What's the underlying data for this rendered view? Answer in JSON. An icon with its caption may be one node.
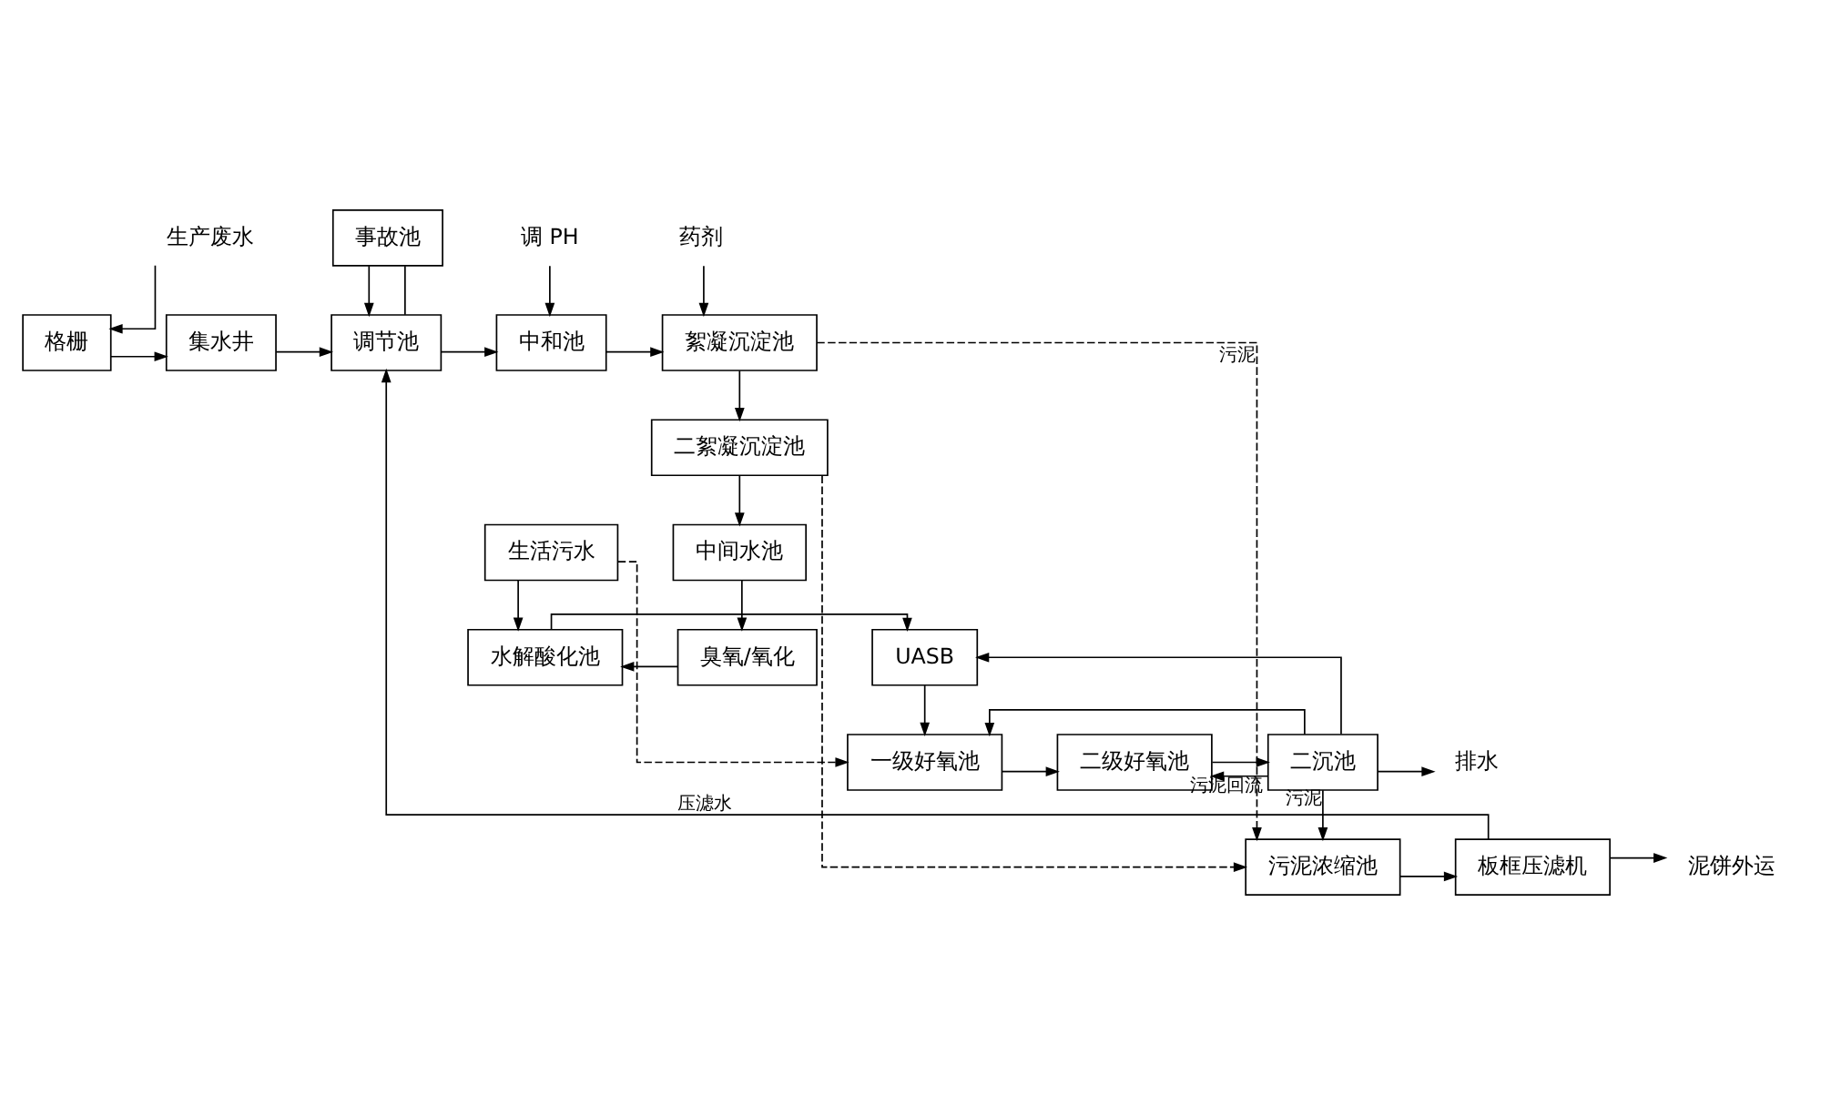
{
  "diagram": {
    "nodes": [
      {
        "text": [
          "生产废水"
        ]
      },
      {
        "text": [
          "格栅"
        ]
      },
      {
        "text": [
          "集水井"
        ]
      },
      {
        "text": [
          "事故池"
        ]
      },
      {
        "text": [
          "调节池"
        ]
      },
      {
        "text": [
          "调 PH"
        ]
      },
      {
        "text": [
          "中和池"
        ]
      },
      {
        "text": [
          "药剂"
        ]
      },
      {
        "text": [
          "絮凝沉淀池"
        ]
      },
      {
        "text": [
          "二絮凝沉淀池"
        ]
      },
      {
        "text": [
          "生活污水"
        ]
      },
      {
        "text": [
          "中间水池"
        ]
      },
      {
        "text": [
          "UASB"
        ]
      },
      {
        "text": [
          "水解酸化池"
        ]
      },
      {
        "text": [
          "臭氧/氧化"
        ]
      },
      {
        "text": [
          "一级好氧池"
        ]
      },
      {
        "text": [
          "二级好氧池"
        ]
      },
      {
        "text": [
          "二沉池"
        ]
      },
      {
        "text": [
          "排水"
        ]
      },
      {
        "text": [
          "板框压滤机"
        ]
      },
      {
        "text": [
          "污泥浓缩池"
        ]
      },
      {
        "text": [
          "泥饼外运"
        ]
      }
    ],
    "edges": [
      {
        "from": 0,
        "to": 1,
        "arrow": "to"
      },
      {
        "from": 1,
        "to": 2,
        "arrow": "to"
      },
      {
        "from": 2,
        "to": 4,
        "arrow": "to"
      },
      {
        "from": 3,
        "to": 4,
        "arrow": "to"
      },
      {
        "from": 4,
        "to": 3,
        "arrow": "none"
      },
      {
        "from": 4,
        "to": 6,
        "arrow": "to"
      },
      {
        "from": 5,
        "to": 6,
        "arrow": "to"
      },
      {
        "from": 6,
        "to": 8,
        "arrow": "to"
      },
      {
        "from": 7,
        "to": 8,
        "arrow": "to"
      },
      {
        "from": 8,
        "to": 9,
        "arrow": "to"
      },
      {
        "from": 9,
        "to": 11,
        "arrow": "to"
      },
      {
        "from": 11,
        "to": 14,
        "arrow": "to"
      },
      {
        "from": 14,
        "to": 13,
        "arrow": "to"
      },
      {
        "from": 10,
        "to": 13,
        "arrow": "to"
      },
      {
        "from": 10,
        "to": 15,
        "arrow": "to",
        "style": "dashed"
      },
      {
        "from": 13,
        "to": 12,
        "arrow": "to"
      },
      {
        "from": 12,
        "to": 15,
        "arrow": "to"
      },
      {
        "from": 15,
        "to": 16,
        "arrow": "to"
      },
      {
        "from": 16,
        "to": 17,
        "arrow": "to"
      },
      {
        "from": 17,
        "to": 18,
        "arrow": "to"
      },
      {
        "from": 17,
        "to": 12,
        "arrow": "to"
      },
      {
        "from": 17,
        "to": 15,
        "arrow": "to"
      },
      {
        "from": 17,
        "to": 16,
        "arrow": "to",
        "label": "污泥回流"
      },
      {
        "from": 8,
        "to": 20,
        "arrow": "to",
        "style": "dashed",
        "label": "污泥"
      },
      {
        "from": 9,
        "to": 20,
        "arrow": "to",
        "style": "dashed"
      },
      {
        "from": 17,
        "to": 20,
        "arrow": "to",
        "label": "污泥"
      },
      {
        "from": 20,
        "to": 19,
        "arrow": "to"
      },
      {
        "from": 19,
        "to": 21,
        "arrow": "to"
      },
      {
        "from": 19,
        "to": 4,
        "arrow": "to",
        "label": "压滤水"
      }
    ]
  }
}
